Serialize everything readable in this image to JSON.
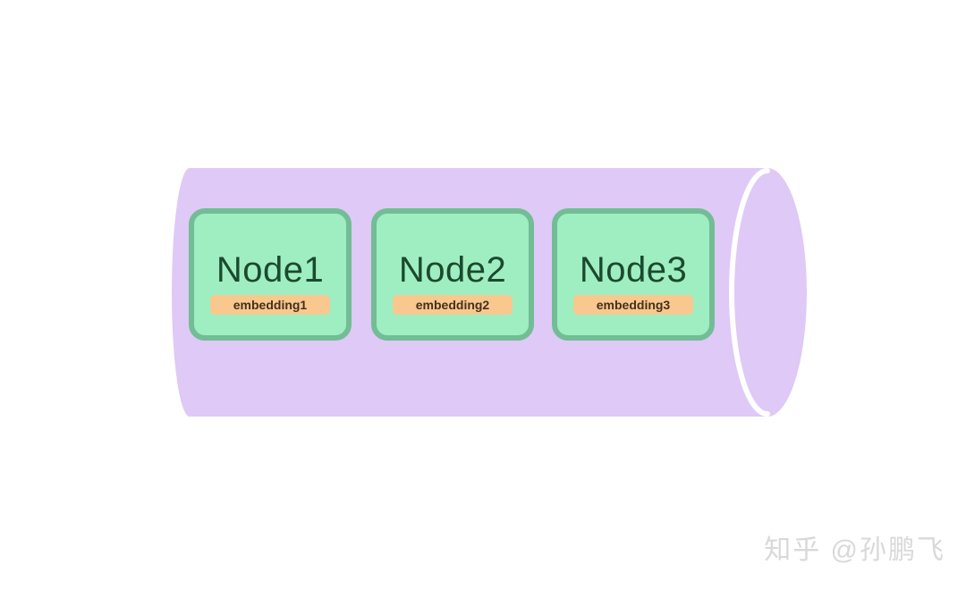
{
  "diagram": {
    "type": "horizontal-database-cylinder-with-nodes",
    "nodes": [
      {
        "label": "Node1",
        "embedding": "embedding1"
      },
      {
        "label": "Node2",
        "embedding": "embedding2"
      },
      {
        "label": "Node3",
        "embedding": "embedding3"
      }
    ]
  },
  "colors": {
    "background": "#ffffff",
    "cylinder": "#DFC9F6",
    "cylinder_seam": "#ffffff",
    "node_fill": "#9FEEC1",
    "node_border": "#72BD95",
    "node_text": "#1B4A2E",
    "embedding_fill": "#F8C88E",
    "embedding_text": "#44301C",
    "watermark_text": "#D9D9D9"
  },
  "watermark": {
    "text": "知乎 @孙鹏飞"
  }
}
